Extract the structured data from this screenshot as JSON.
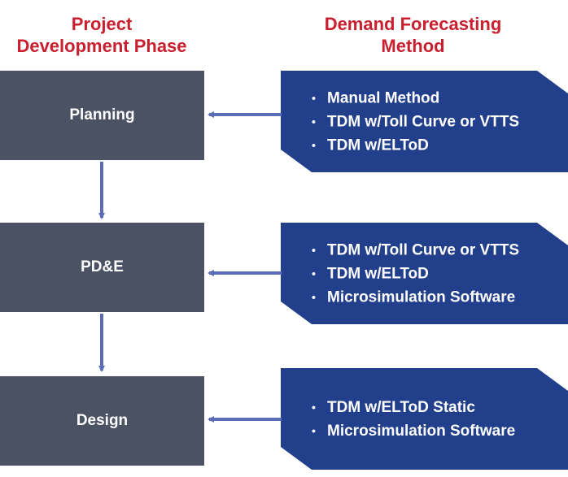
{
  "headings": {
    "left": [
      "Project",
      "Development Phase"
    ],
    "right": [
      "Demand Forecasting",
      "Method"
    ]
  },
  "phases": [
    {
      "label": "Planning"
    },
    {
      "label": "PD&E"
    },
    {
      "label": "Design"
    }
  ],
  "methods": [
    {
      "items": [
        "Manual Method",
        "TDM w/Toll Curve or VTTS",
        "TDM w/ELToD"
      ]
    },
    {
      "items": [
        "TDM w/Toll Curve or VTTS",
        "TDM w/ELToD",
        "Microsimulation Software"
      ]
    },
    {
      "items": [
        "TDM w/ELToD Static",
        "Microsimulation Software"
      ]
    }
  ],
  "bullet_glyph": "•",
  "colors": {
    "heading": "#c8202f",
    "phase_box": "#4b5263",
    "method_box": "#223f8c",
    "arrow": "#5b6db5"
  }
}
